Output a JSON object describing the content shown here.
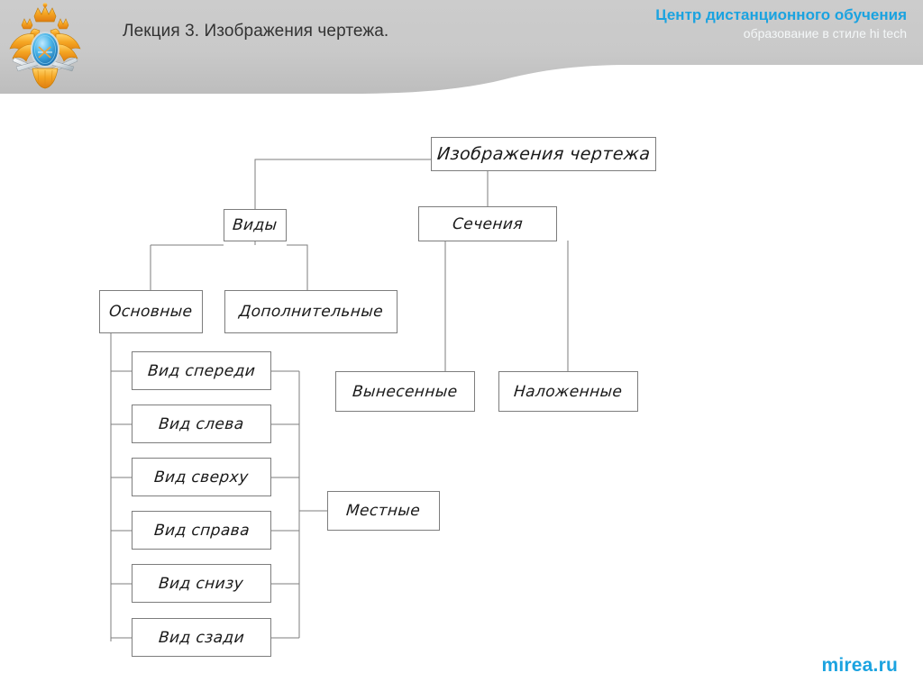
{
  "header": {
    "title": "Лекция 3. Изображения чертежа.",
    "brand_main": "Центр дистанционного обучения",
    "brand_sub": "образование в стиле hi tech",
    "emblem_name": "russian-double-headed-eagle-emblem",
    "band_color": "#c8c8c8",
    "brand_color": "#1ba3e0",
    "title_color": "#333333"
  },
  "footer": {
    "logo": "mirea.ru",
    "logo_color": "#1ba3e0"
  },
  "diagram": {
    "type": "hierarchy-tree",
    "line_color": "#7d7d7d",
    "nodes": {
      "root": "Изображения чертежа",
      "views": "Виды",
      "sections": "Сечения",
      "views_main": "Основные",
      "views_extra": "Дополнительные",
      "sections_removed": "Вынесенные",
      "sections_overlaid": "Наложенные",
      "local": "Местные"
    },
    "main_views": [
      "Вид спереди",
      "Вид слева",
      "Вид сверху",
      "Вид справа",
      "Вид снизу",
      "Вид сзади"
    ],
    "edges": [
      [
        "root",
        "views"
      ],
      [
        "root",
        "sections"
      ],
      [
        "views",
        "views_main"
      ],
      [
        "views",
        "views_extra"
      ],
      [
        "sections",
        "sections_removed"
      ],
      [
        "sections",
        "sections_overlaid"
      ],
      [
        "views_main",
        "main_views_bus"
      ],
      [
        "main_views_bus",
        "local"
      ]
    ]
  }
}
